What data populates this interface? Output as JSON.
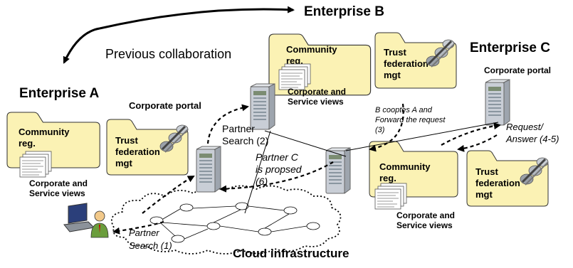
{
  "enterprises": {
    "a": "Enterprise A",
    "b": "Enterprise B",
    "c": "Enterprise C"
  },
  "previous_collaboration": "Previous collaboration",
  "portals": {
    "a": "Corporate portal",
    "c": "Corporate portal"
  },
  "folders": {
    "community_line1": "Community",
    "community_line2": "reg.",
    "trust_line1": "Trust",
    "trust_line2": "federation",
    "trust_line3": "mgt",
    "views_line1": "Corporate and",
    "views_line2": "Service views"
  },
  "steps": {
    "partner_search_1_line1": "Partner",
    "partner_search_1_line2": "Search (1)",
    "partner_search_2_line1": "Partner",
    "partner_search_2_line2": "Search (2)",
    "coopts_line1": "B cooptes A and",
    "coopts_line2": "Forward the request",
    "coopts_line3": "(3)",
    "request_line1": "Request/",
    "request_line2": "Answer (4-5)",
    "proposed_line1": "Partner C",
    "proposed_line2": "is propsed",
    "proposed_line3": "(6)"
  },
  "cloud_label": "Cloud infrastructure",
  "colors": {
    "folder_fill": "#fbf2b4",
    "folder_stroke": "#333333",
    "server_body": "#c9ced6",
    "server_stripe": "#7b8c72"
  }
}
